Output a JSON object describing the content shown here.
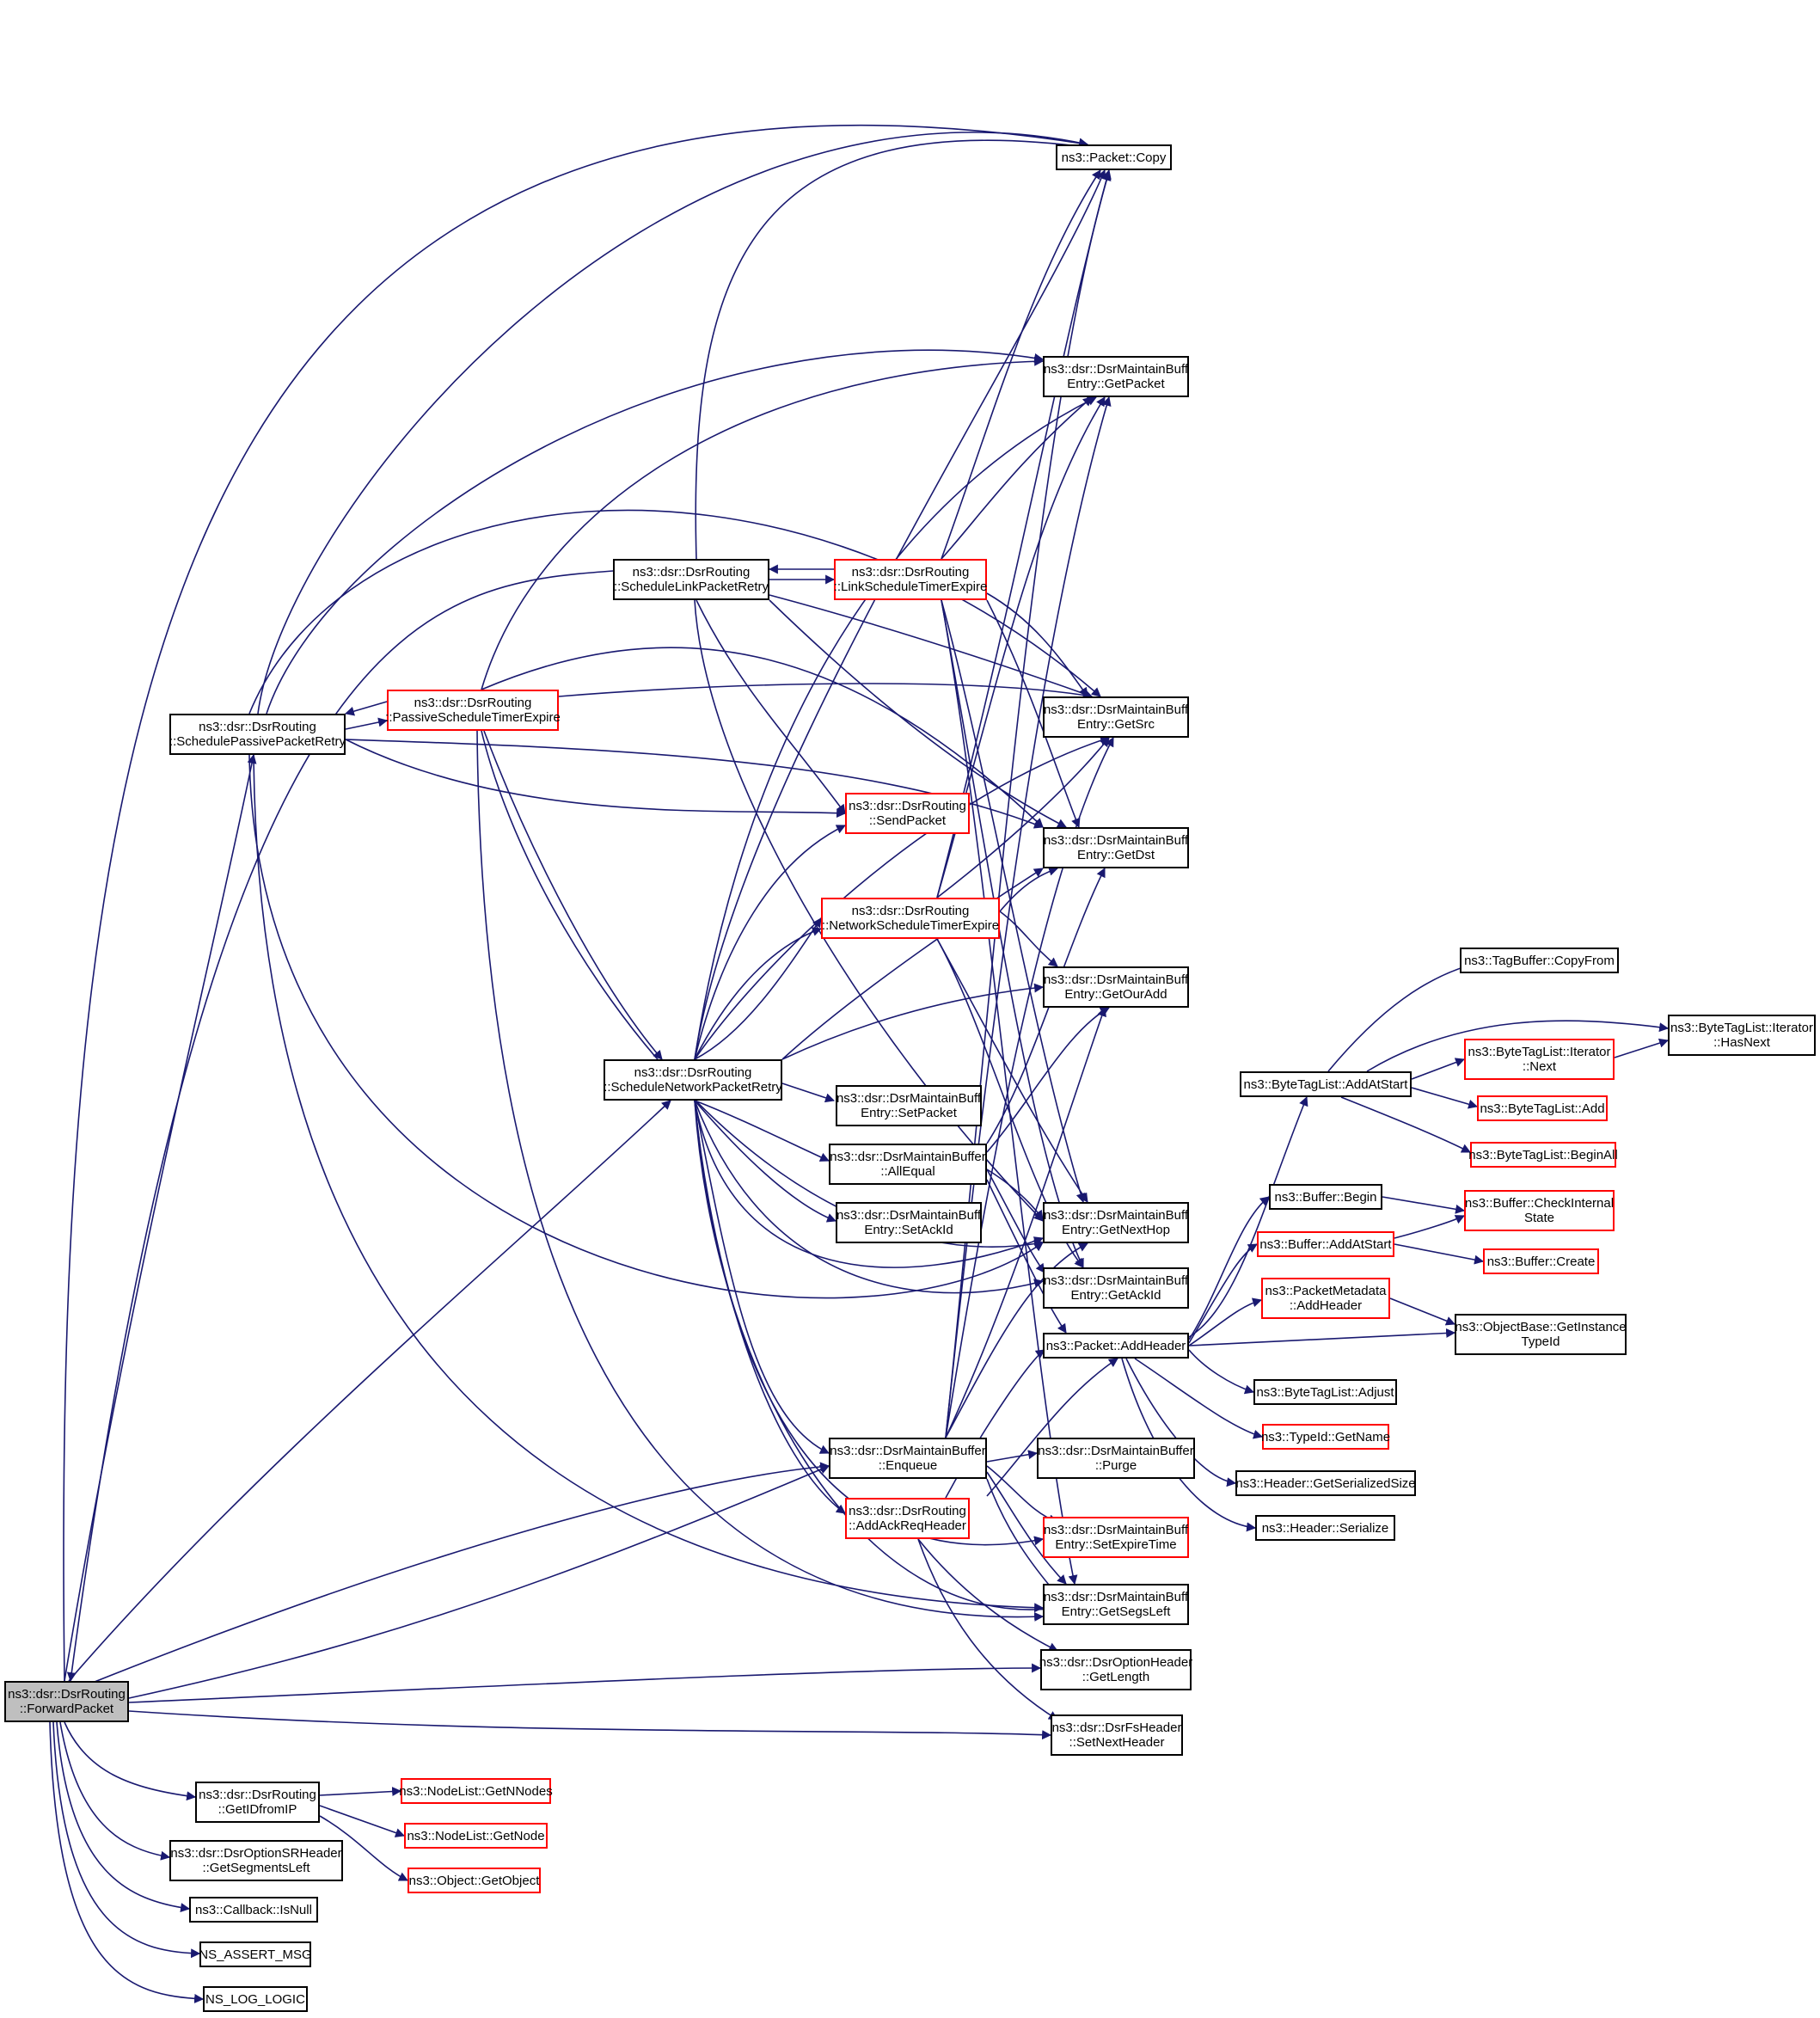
{
  "graph": {
    "edge_color": "#191970",
    "node_border_color": "#000000",
    "truncated_node_border_color": "#ff0000",
    "focus_node_fill": "#bfbfbf",
    "nodes": [
      {
        "id": "forward",
        "lines": [
          "ns3::dsr::DsrRouting",
          "::ForwardPacket"
        ]
      },
      {
        "id": "packet-copy",
        "lines": [
          "ns3::Packet::Copy"
        ]
      },
      {
        "id": "getpacket",
        "lines": [
          "ns3::dsr::DsrMaintainBuff",
          "Entry::GetPacket"
        ]
      },
      {
        "id": "schedule-link",
        "lines": [
          "ns3::dsr::DsrRouting",
          "::ScheduleLinkPacketRetry"
        ]
      },
      {
        "id": "link-timer",
        "lines": [
          "ns3::dsr::DsrRouting",
          "::LinkScheduleTimerExpire"
        ]
      },
      {
        "id": "passive-timer",
        "lines": [
          "ns3::dsr::DsrRouting",
          "::PassiveScheduleTimerExpire"
        ]
      },
      {
        "id": "schedule-passive",
        "lines": [
          "ns3::dsr::DsrRouting",
          "::SchedulePassivePacketRetry"
        ]
      },
      {
        "id": "getsrc",
        "lines": [
          "ns3::dsr::DsrMaintainBuff",
          "Entry::GetSrc"
        ]
      },
      {
        "id": "sendpacket",
        "lines": [
          "ns3::dsr::DsrRouting",
          "::SendPacket"
        ]
      },
      {
        "id": "getdst",
        "lines": [
          "ns3::dsr::DsrMaintainBuff",
          "Entry::GetDst"
        ]
      },
      {
        "id": "network-timer",
        "lines": [
          "ns3::dsr::DsrRouting",
          "::NetworkScheduleTimerExpire"
        ]
      },
      {
        "id": "getouradd",
        "lines": [
          "ns3::dsr::DsrMaintainBuff",
          "Entry::GetOurAdd"
        ]
      },
      {
        "id": "schedule-network",
        "lines": [
          "ns3::dsr::DsrRouting",
          "::ScheduleNetworkPacketRetry"
        ]
      },
      {
        "id": "setpacket",
        "lines": [
          "ns3::dsr::DsrMaintainBuff",
          "Entry::SetPacket"
        ]
      },
      {
        "id": "allequal",
        "lines": [
          "ns3::dsr::DsrMaintainBuffer",
          "::AllEqual"
        ]
      },
      {
        "id": "setackid",
        "lines": [
          "ns3::dsr::DsrMaintainBuff",
          "Entry::SetAckId"
        ]
      },
      {
        "id": "getnexthop",
        "lines": [
          "ns3::dsr::DsrMaintainBuff",
          "Entry::GetNextHop"
        ]
      },
      {
        "id": "getackid",
        "lines": [
          "ns3::dsr::DsrMaintainBuff",
          "Entry::GetAckId"
        ]
      },
      {
        "id": "packet-addheader",
        "lines": [
          "ns3::Packet::AddHeader"
        ]
      },
      {
        "id": "enqueue",
        "lines": [
          "ns3::dsr::DsrMaintainBuffer",
          "::Enqueue"
        ]
      },
      {
        "id": "purge",
        "lines": [
          "ns3::dsr::DsrMaintainBuffer",
          "::Purge"
        ]
      },
      {
        "id": "addackreq",
        "lines": [
          "ns3::dsr::DsrRouting",
          "::AddAckReqHeader"
        ]
      },
      {
        "id": "setexpire",
        "lines": [
          "ns3::dsr::DsrMaintainBuff",
          "Entry::SetExpireTime"
        ]
      },
      {
        "id": "getsegsleft",
        "lines": [
          "ns3::dsr::DsrMaintainBuff",
          "Entry::GetSegsLeft"
        ]
      },
      {
        "id": "optionheader-getlength",
        "lines": [
          "ns3::dsr::DsrOptionHeader",
          "::GetLength"
        ]
      },
      {
        "id": "fsheader-setnext",
        "lines": [
          "ns3::dsr::DsrFsHeader",
          "::SetNextHeader"
        ]
      },
      {
        "id": "getidfromip",
        "lines": [
          "ns3::dsr::DsrRouting",
          "::GetIDfromIP"
        ]
      },
      {
        "id": "getnnodes",
        "lines": [
          "ns3::NodeList::GetNNodes"
        ]
      },
      {
        "id": "getnode",
        "lines": [
          "ns3::NodeList::GetNode"
        ]
      },
      {
        "id": "getobject",
        "lines": [
          "ns3::Object::GetObject"
        ]
      },
      {
        "id": "srheader-getsegs",
        "lines": [
          "ns3::dsr::DsrOptionSRHeader",
          "::GetSegmentsLeft"
        ]
      },
      {
        "id": "callback-isnull",
        "lines": [
          "ns3::Callback::IsNull"
        ]
      },
      {
        "id": "assert-msg",
        "lines": [
          "NS_ASSERT_MSG"
        ]
      },
      {
        "id": "log-logic",
        "lines": [
          "NS_LOG_LOGIC"
        ]
      },
      {
        "id": "tagbuffer-copyfrom",
        "lines": [
          "ns3::TagBuffer::CopyFrom"
        ]
      },
      {
        "id": "bytetaglist-addatstart",
        "lines": [
          "ns3::ByteTagList::AddAtStart"
        ]
      },
      {
        "id": "iterator-hasnext",
        "lines": [
          "ns3::ByteTagList::Iterator",
          "::HasNext"
        ]
      },
      {
        "id": "iterator-next",
        "lines": [
          "ns3::ByteTagList::Iterator",
          "::Next"
        ]
      },
      {
        "id": "bytetaglist-add",
        "lines": [
          "ns3::ByteTagList::Add"
        ]
      },
      {
        "id": "bytetaglist-beginall",
        "lines": [
          "ns3::ByteTagList::BeginAll"
        ]
      },
      {
        "id": "buffer-begin",
        "lines": [
          "ns3::Buffer::Begin"
        ]
      },
      {
        "id": "buffer-checkinternal",
        "lines": [
          "ns3::Buffer::CheckInternal",
          "State"
        ]
      },
      {
        "id": "buffer-addatstart",
        "lines": [
          "ns3::Buffer::AddAtStart"
        ]
      },
      {
        "id": "buffer-create",
        "lines": [
          "ns3::Buffer::Create"
        ]
      },
      {
        "id": "metadata-addheader",
        "lines": [
          "ns3::PacketMetadata",
          "::AddHeader"
        ]
      },
      {
        "id": "objectbase-gettypeid",
        "lines": [
          "ns3::ObjectBase::GetInstance",
          "TypeId"
        ]
      },
      {
        "id": "bytetaglist-adjust",
        "lines": [
          "ns3::ByteTagList::Adjust"
        ]
      },
      {
        "id": "typeid-getname",
        "lines": [
          "ns3::TypeId::GetName"
        ]
      },
      {
        "id": "header-getserializedsize",
        "lines": [
          "ns3::Header::GetSerializedSize"
        ]
      },
      {
        "id": "header-serialize",
        "lines": [
          "ns3::Header::Serialize"
        ]
      }
    ]
  }
}
